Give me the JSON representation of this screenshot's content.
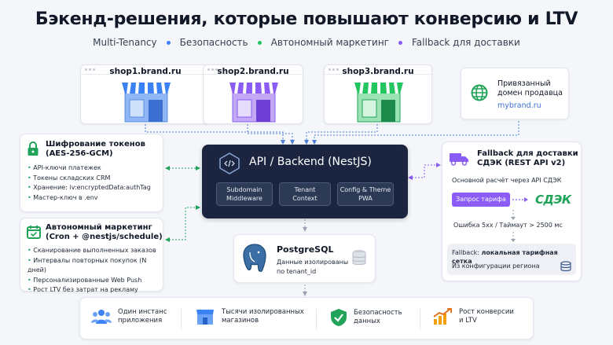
{
  "title": "Бэкенд-решения, которые повышают конверсию и LTV",
  "subtitle": {
    "items": [
      {
        "label": "Multi-Tenancy",
        "dot": "#3b82f6"
      },
      {
        "label": "Безопасность",
        "dot": "#22c55e"
      },
      {
        "label": "Автономный маркетинг",
        "dot": "#8b5cf6"
      },
      {
        "label": "Fallback для доставки",
        "dot": ""
      }
    ]
  },
  "shops": [
    {
      "domain": "shop1.brand.ru",
      "color": "#3b82f6"
    },
    {
      "domain": "shop2.brand.ru",
      "color": "#8b5cf6"
    },
    {
      "domain": "shop3.brand.ru",
      "color": "#22c55e"
    }
  ],
  "linked_domain": {
    "title_line1": "Привязанный",
    "title_line2": "домен продавца",
    "domain": "mybrand.ru"
  },
  "encryption": {
    "title_line1": "Шифрование токенов",
    "title_line2": "(AES-256-GCM)",
    "items": [
      "API-ключи платежек",
      "Токены складских CRM",
      "Хранение: iv:encryptedData:authTag",
      "Мастер-ключ в .env"
    ]
  },
  "marketing": {
    "title_line1": "Автономный маркетинг",
    "title_line2": "(Cron + @nestjs/schedule)",
    "items": [
      "Сканирование выполненных заказов",
      "Интервалы повторных покупок (N дней)",
      "Персонализированные Web Push",
      "Рост LTV без затрат на рекламу"
    ]
  },
  "api": {
    "title": "API / Backend (NestJS)",
    "modules": [
      {
        "line1": "Subdomain",
        "line2": "Middleware"
      },
      {
        "line1": "Tenant",
        "line2": "Context"
      },
      {
        "line1": "Config & Theme",
        "line2": "PWA"
      }
    ]
  },
  "db": {
    "title": "PostgreSQL",
    "line1": "Данные изолированы",
    "line2": "по tenant_id"
  },
  "fallback": {
    "title_line1": "Fallback для доставки",
    "title_line2": "СДЭК (REST API v2)",
    "main_calc": "Основной расчёт через API СДЭК",
    "request_btn": "Запрос тарифа",
    "carrier_logo": "СДЭК",
    "error_text": "Ошибка 5xx / Таймаут > 2500 мс",
    "fallback_label": "Fallback:",
    "fallback_value": "локальная тарифная сетка",
    "region_config": "Из конфигурации региона"
  },
  "benefits": [
    {
      "line1": "Один инстанс",
      "line2": "приложения",
      "icon": "users-icon"
    },
    {
      "line1": "Тысячи изолированных",
      "line2": "магазинов",
      "icon": "store-icon"
    },
    {
      "line1": "Безопасность",
      "line2": "данных",
      "icon": "shield-check-icon"
    },
    {
      "line1": "Рост конверсии",
      "line2": "и LTV",
      "icon": "growth-chart-icon"
    }
  ]
}
